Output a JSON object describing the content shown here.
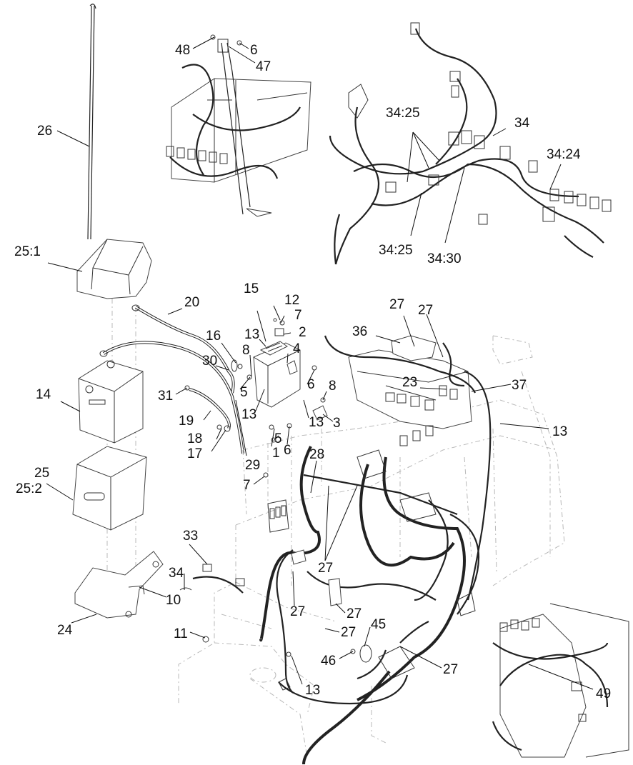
{
  "diagram": {
    "callouts": [
      {
        "id": "c-48",
        "text": "48"
      },
      {
        "id": "c-6a",
        "text": "6"
      },
      {
        "id": "c-47",
        "text": "47"
      },
      {
        "id": "c-26",
        "text": "26"
      },
      {
        "id": "c-34a",
        "text": "34"
      },
      {
        "id": "c-34-25a",
        "text": "34:25"
      },
      {
        "id": "c-34-24",
        "text": "34:24"
      },
      {
        "id": "c-34-25b",
        "text": "34:25"
      },
      {
        "id": "c-34-30",
        "text": "34:30"
      },
      {
        "id": "c-25-1",
        "text": "25:1"
      },
      {
        "id": "c-20",
        "text": "20"
      },
      {
        "id": "c-15",
        "text": "15"
      },
      {
        "id": "c-12",
        "text": "12"
      },
      {
        "id": "c-7a",
        "text": "7"
      },
      {
        "id": "c-2",
        "text": "2"
      },
      {
        "id": "c-27a",
        "text": "27"
      },
      {
        "id": "c-27b",
        "text": "27"
      },
      {
        "id": "c-36",
        "text": "36"
      },
      {
        "id": "c-16",
        "text": "16"
      },
      {
        "id": "c-13a",
        "text": "13"
      },
      {
        "id": "c-4",
        "text": "4"
      },
      {
        "id": "c-8a",
        "text": "8"
      },
      {
        "id": "c-30",
        "text": "30"
      },
      {
        "id": "c-14",
        "text": "14"
      },
      {
        "id": "c-6b",
        "text": "6"
      },
      {
        "id": "c-23",
        "text": "23"
      },
      {
        "id": "c-37",
        "text": "37"
      },
      {
        "id": "c-5a",
        "text": "5"
      },
      {
        "id": "c-8b",
        "text": "8"
      },
      {
        "id": "c-31",
        "text": "31"
      },
      {
        "id": "c-13b",
        "text": "13"
      },
      {
        "id": "c-13c",
        "text": "13"
      },
      {
        "id": "c-3",
        "text": "3"
      },
      {
        "id": "c-13d",
        "text": "13"
      },
      {
        "id": "c-19",
        "text": "19"
      },
      {
        "id": "c-18",
        "text": "18"
      },
      {
        "id": "c-1",
        "text": "1"
      },
      {
        "id": "c-5b",
        "text": "5"
      },
      {
        "id": "c-17",
        "text": "17"
      },
      {
        "id": "c-6c",
        "text": "6"
      },
      {
        "id": "c-28",
        "text": "28"
      },
      {
        "id": "c-29",
        "text": "29"
      },
      {
        "id": "c-25",
        "text": "25"
      },
      {
        "id": "c-25-2",
        "text": "25:2"
      },
      {
        "id": "c-7b",
        "text": "7"
      },
      {
        "id": "c-33",
        "text": "33"
      },
      {
        "id": "c-27c",
        "text": "27"
      },
      {
        "id": "c-34b",
        "text": "34"
      },
      {
        "id": "c-10",
        "text": "10"
      },
      {
        "id": "c-27d",
        "text": "27"
      },
      {
        "id": "c-27e",
        "text": "27"
      },
      {
        "id": "c-24",
        "text": "24"
      },
      {
        "id": "c-27f",
        "text": "27"
      },
      {
        "id": "c-45",
        "text": "45"
      },
      {
        "id": "c-11",
        "text": "11"
      },
      {
        "id": "c-46",
        "text": "46"
      },
      {
        "id": "c-27g",
        "text": "27"
      },
      {
        "id": "c-13e",
        "text": "13"
      },
      {
        "id": "c-49",
        "text": "49"
      }
    ]
  }
}
